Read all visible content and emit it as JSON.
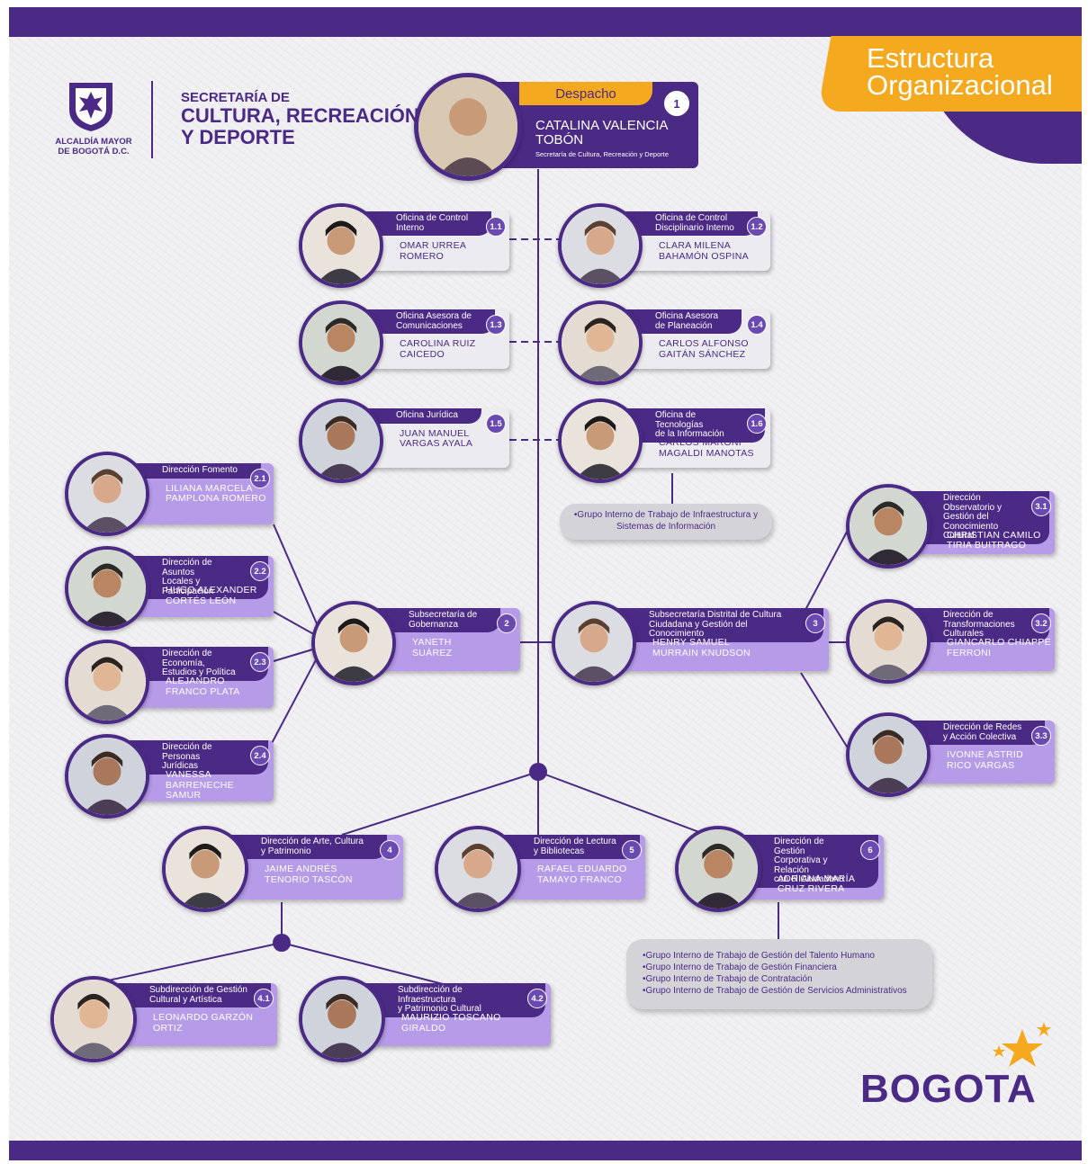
{
  "header": {
    "crest_text": "ALCALDÍA MAYOR\nDE BOGOTÁ D.C.",
    "secretaria_line1": "SECRETARÍA DE",
    "secretaria_line2": "CULTURA, RECREACIÓN",
    "secretaria_line3": "Y DEPORTE",
    "title_line1": "Estructura",
    "title_line2": "Organizacional"
  },
  "despacho": {
    "tag": "Despacho",
    "number": "1",
    "name": "CATALINA VALENCIA\nTOBÓN",
    "role": "Secretaría de Cultura, Recreación y Deporte"
  },
  "nodes": [
    {
      "id": "n1_1",
      "number": "1.1",
      "unit": "Oficina de Control\nInterno",
      "person": "OMAR URREA\nROMERO"
    },
    {
      "id": "n1_2",
      "number": "1.2",
      "unit": "Oficina de Control\nDisciplinario Interno",
      "person": "CLARA MILENA\nBAHAMÓN OSPINA"
    },
    {
      "id": "n1_3",
      "number": "1.3",
      "unit": "Oficina Asesora de\nComunicaciones",
      "person": "CAROLINA RUIZ\nCAICEDO"
    },
    {
      "id": "n1_4",
      "number": "1.4",
      "unit": "Oficina Asesora\nde Planeación",
      "person": "CARLOS ALFONSO\nGAITÁN SÁNCHEZ"
    },
    {
      "id": "n1_5",
      "number": "1.5",
      "unit": "Oficina Jurídica",
      "person": "JUAN MANUEL\nVARGAS AYALA"
    },
    {
      "id": "n1_6",
      "number": "1.6",
      "unit": "Oficina de Tecnologías\nde la Información",
      "person": "CARLOS MARONI\nMAGALDI MANOTAS"
    },
    {
      "id": "n2_1",
      "number": "2.1",
      "unit": "Dirección Fomento",
      "person": "LILIANA MARCELA\nPAMPLONA ROMERO"
    },
    {
      "id": "n2_2",
      "number": "2.2",
      "unit": "Dirección de Asuntos\nLocales y Participación",
      "person": "HUGO ALEXANDER\nCORTÉS LEÓN"
    },
    {
      "id": "n2_3",
      "number": "2.3",
      "unit": "Dirección de Economía,\nEstudios y Política",
      "person": "ALEJANDRO\nFRANCO PLATA"
    },
    {
      "id": "n2_4",
      "number": "2.4",
      "unit": "Dirección de Personas\nJurídicas",
      "person": "VANESSA BARRENECHE\nSAMUR"
    },
    {
      "id": "n2",
      "number": "2",
      "unit": "Subsecretaría de\nGobernanza",
      "person": "YANETH\nSUÁREZ"
    },
    {
      "id": "n3",
      "number": "3",
      "unit": "Subsecretaría Distrital de Cultura\nCiudadana y Gestión del Conocimiento",
      "person": "HENRY SAMUEL\nMURRAIN KNUDSON"
    },
    {
      "id": "n3_1",
      "number": "3.1",
      "unit": "Dirección Observatorio y\nGestión del Conocimiento\nCultural",
      "person": "CHRISTIAN CAMILO\nTIRIA BUITRAGO"
    },
    {
      "id": "n3_2",
      "number": "3.2",
      "unit": "Dirección de\nTransformaciones Culturales",
      "person": "GIANCARLO CHIAPPE\nFERRONI"
    },
    {
      "id": "n3_3",
      "number": "3.3",
      "unit": "Dirección de Redes\ny Acción Colectiva",
      "person": "IVONNE ASTRID\nRICO VARGAS"
    },
    {
      "id": "n4",
      "number": "4",
      "unit": "Dirección de Arte, Cultura\ny Patrimonio",
      "person": "JAIME ANDRÉS\nTENORIO TASCÓN"
    },
    {
      "id": "n5",
      "number": "5",
      "unit": "Dirección de Lectura\ny Bibliotecas",
      "person": "RAFAEL EDUARDO\nTAMAYO FRANCO"
    },
    {
      "id": "n6",
      "number": "6",
      "unit": "Dirección de Gestión\nCorporativa y Relación\ncon el Ciudadano",
      "person": "ADRIANA MARÍA\nCRUZ RIVERA"
    },
    {
      "id": "n4_1",
      "number": "4.1",
      "unit": "Subdirección de Gestión\nCultural y Artística",
      "person": "LEONARDO GARZÓN\nORTIZ"
    },
    {
      "id": "n4_2",
      "number": "4.2",
      "unit": "Subdirección de Infraestructura\ny Patrimonio Cultural",
      "person": "MAURIZIO TOSCANO\nGIRALDO"
    }
  ],
  "groups": {
    "tic": [
      "Grupo Interno de Trabajo de Infraestructura y Sistemas de Información"
    ],
    "corporativa": [
      "Grupo Interno de Trabajo de Gestión del Talento Humano",
      "Grupo Interno de Trabajo de Gestión Financiera",
      "Grupo Interno de Trabajo de Contratación",
      "Grupo Interno de Trabajo de Gestión de Servicios Administrativos"
    ]
  },
  "footer": {
    "brand": "BOGOTA"
  },
  "colors": {
    "primary": "#4b2a86",
    "card": "#b59be8",
    "accent": "#f4a91f",
    "light_card": "#ecebef"
  }
}
